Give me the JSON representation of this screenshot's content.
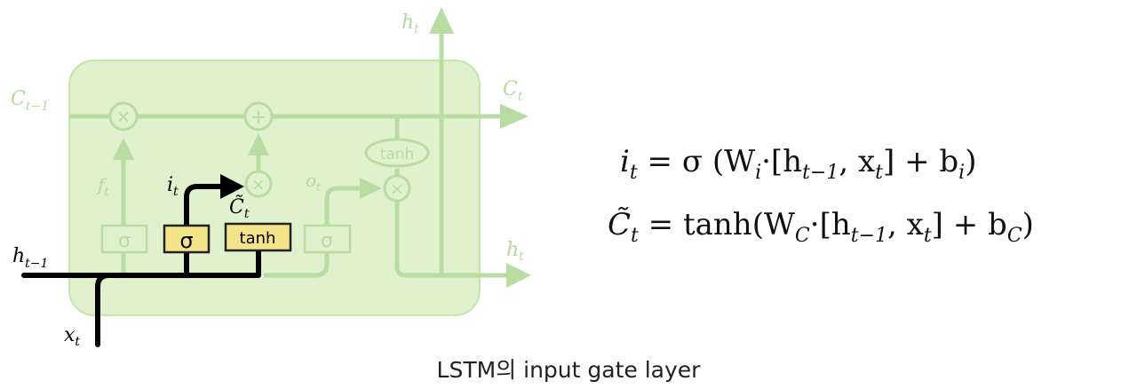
{
  "diagram": {
    "colors": {
      "cell_fill": "#dff1cd",
      "faded": "#b8dca2",
      "faded_text": "#b6d7a0",
      "active": "#000000",
      "gate_fill": "#f5e58a",
      "gate_stroke": "#222222"
    },
    "labels": {
      "h_top": "h",
      "h_top_sub": "t",
      "c_prev": "C",
      "c_prev_sub": "t−1",
      "c_next": "C",
      "c_next_sub": "t",
      "f_t": "f",
      "f_t_sub": "t",
      "i_t": "i",
      "i_t_sub": "t",
      "c_tilde": "C̃",
      "c_tilde_sub": "t",
      "o_t": "o",
      "o_t_sub": "t",
      "h_prev": "h",
      "h_prev_sub": "t−1",
      "h_right": "h",
      "h_right_sub": "t",
      "x_t": "x",
      "x_t_sub": "t"
    },
    "nodes": {
      "multiply": "×",
      "add": "+",
      "tanh_oval": "tanh"
    },
    "gates": {
      "sigma_forget": "σ",
      "sigma_input": "σ",
      "tanh_gate": "tanh",
      "sigma_output": "σ"
    }
  },
  "equations": {
    "line1": {
      "lhs": "i",
      "lhs_sub": "t",
      "eq": " = σ (W",
      "w_sub": "i",
      "dot": "·[h",
      "h_sub": "t−1",
      "comma": ", x",
      "x_sub": "t",
      "close": "]  +  b",
      "b_sub": "i",
      "end": ")"
    },
    "line2": {
      "lhs": "C̃",
      "lhs_sub": "t",
      "eq": " = ",
      "fn": "tanh",
      "open": "(W",
      "w_sub": "C",
      "dot": "·[h",
      "h_sub": "t−1",
      "comma": ", x",
      "x_sub": "t",
      "close": "]  +  b",
      "b_sub": "C",
      "end": ")"
    }
  },
  "caption": "LSTM의 input gate layer"
}
